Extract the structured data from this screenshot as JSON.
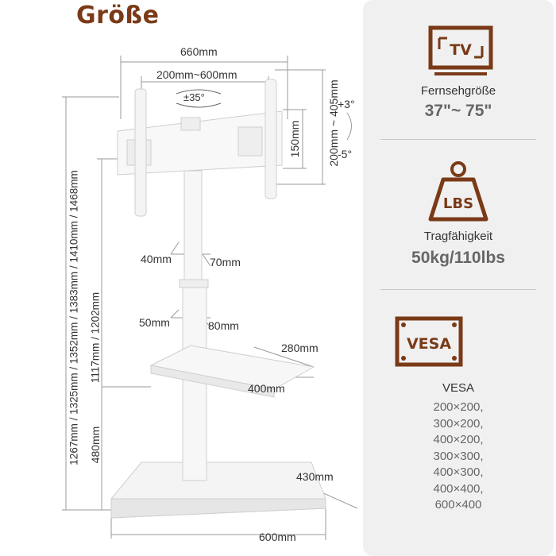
{
  "title": "Größe",
  "dimensions": {
    "width_total": "660mm",
    "vesa_horizontal": "200mm~600mm",
    "swivel": "±35°",
    "vesa_vertical_short": "150mm",
    "vesa_vertical_range": "200mm ~ 405mm",
    "tilt_up": "+3°",
    "tilt_down": "-5°",
    "total_heights": "1267mm / 1325mm / 1352mm / 1383mm / 1410mm / 1468mm",
    "mount_heights": "1117mm / 1202mm",
    "pole_upper_left": "40mm",
    "pole_upper_right": "70mm",
    "pole_lower_left": "50mm",
    "pole_lower_right": "80mm",
    "shelf_depth": "280mm",
    "shelf_width": "400mm",
    "shelf_height": "480mm",
    "base_depth": "430mm",
    "base_width": "600mm"
  },
  "panel": {
    "tv_icon_text": "TV",
    "tv_label": "Fernsehgröße",
    "tv_value": "37\"~ 75\"",
    "weight_icon_text": "LBS",
    "weight_label": "Tragfähigkeit",
    "weight_value": "50kg/110lbs",
    "vesa_icon_text": "VESA",
    "vesa_label": "VESA",
    "vesa_sizes": [
      "200×200,",
      "300×200,",
      "400×200,",
      "300×300,",
      "400×300,",
      "400×400,",
      "600×400"
    ]
  },
  "colors": {
    "brand": "#7a3a17",
    "panel_bg": "#f0f0f0",
    "value_text": "#666666"
  },
  "icons": [
    "tv-icon",
    "weight-icon",
    "vesa-icon"
  ]
}
